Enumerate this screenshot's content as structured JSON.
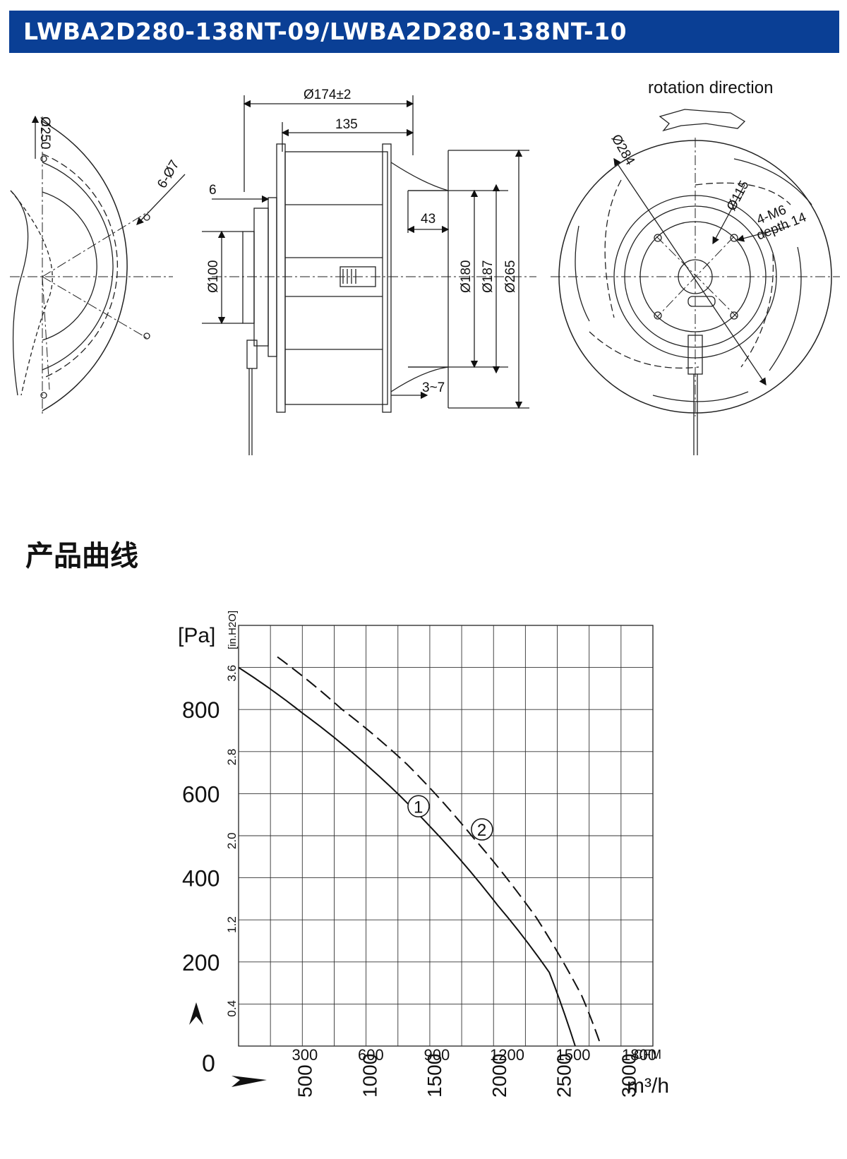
{
  "header": {
    "title": "LWBA2D280-138NT-09/LWBA2D280-138NT-10"
  },
  "drawing": {
    "front_view": {
      "dia_250": "Ø250",
      "holes": "6-Ø7"
    },
    "side_view": {
      "dia_174": "Ø174±2",
      "width_135": "135",
      "dim_6": "6",
      "dim_43": "43",
      "dim_3_7": "3~7",
      "dia_100": "Ø100",
      "dia_180": "Ø180",
      "dia_187": "Ø187",
      "dia_265": "Ø265"
    },
    "rear_view": {
      "rotation_label": "rotation direction",
      "dia_284": "Ø284",
      "dia_115": "Ø115",
      "thread": "4-M6",
      "depth": "depth 14"
    }
  },
  "section_heading": "产品曲线",
  "chart_data": {
    "type": "line",
    "y_unit_left": "[Pa]",
    "y_unit_right": "[in.H2O]",
    "y_ticks_pa": [
      "0",
      "200",
      "400",
      "600",
      "800"
    ],
    "y_ticks_inh2o": [
      "0.4",
      "1.2",
      "2.0",
      "2.8",
      "3.6"
    ],
    "x_ticks_cfm": [
      "300",
      "600",
      "900",
      "1200",
      "1500",
      "1800"
    ],
    "x_unit_cfm": "CFM",
    "x_ticks_m3h": [
      "500",
      "1000",
      "1500",
      "2000",
      "2500",
      "3000"
    ],
    "x_unit_m3h": "m³/h",
    "xlim_m3h": [
      0,
      3200
    ],
    "ylim_pa": [
      0,
      1000
    ],
    "series": [
      {
        "name": "1",
        "style": "solid",
        "x": [
          0,
          500,
          1000,
          1500,
          2000,
          2400,
          2600
        ],
        "y": [
          900,
          790,
          665,
          515,
          335,
          175,
          0
        ]
      },
      {
        "name": "2",
        "style": "dashed",
        "x": [
          300,
          800,
          1300,
          1800,
          2300,
          2650,
          2800
        ],
        "y": [
          925,
          800,
          670,
          500,
          305,
          120,
          0
        ]
      }
    ]
  }
}
